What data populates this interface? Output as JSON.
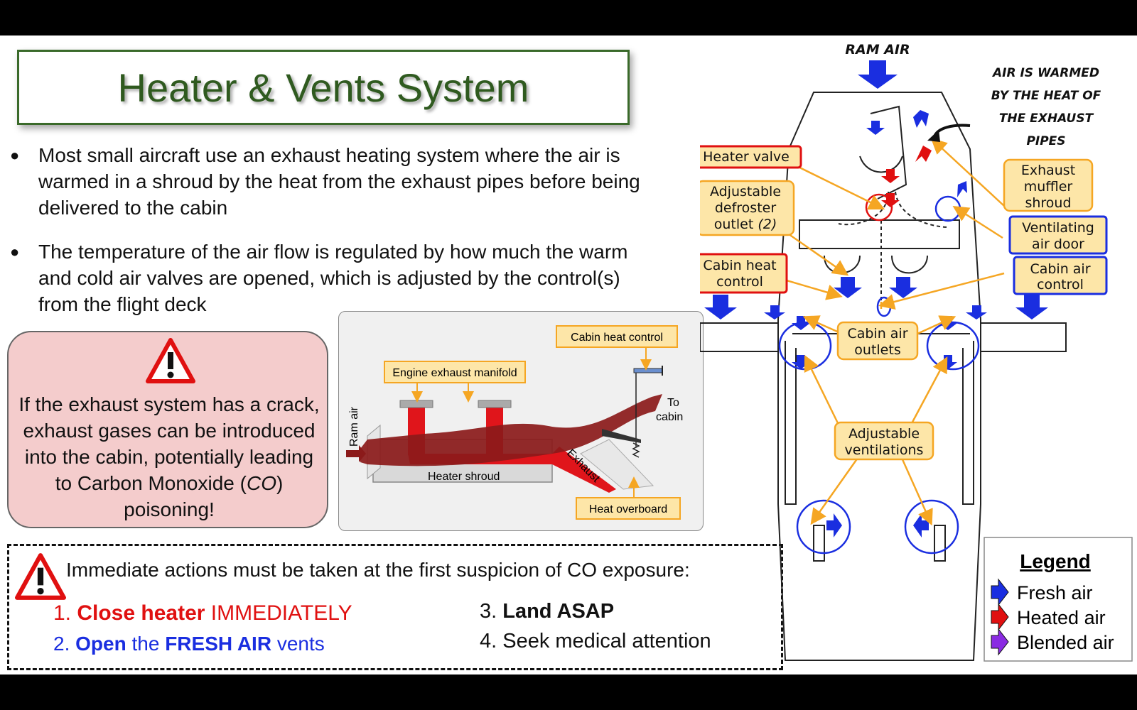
{
  "slide": {
    "title": "Heater & Vents System",
    "bullets": [
      "Most small aircraft use an exhaust heating system where the air is warmed in a shroud by the heat from the exhaust pipes before being delivered to the cabin",
      "The temperature of the air flow is regulated by how much the warm and cold air valves are opened, which is adjusted by the control(s) from the flight deck"
    ]
  },
  "warning": {
    "text_1": "If the exhaust system has a crack, exhaust gases can be introduced into the cabin, potentially leading to Carbon Monoxide (",
    "text_co": "CO",
    "text_2": ") poisoning!"
  },
  "heater_diagram": {
    "cabin_heat_control": "Cabin heat control",
    "engine_exhaust_manifold": "Engine exhaust manifold",
    "ram_air": "Ram air",
    "to": "To",
    "cabin": "cabin",
    "exhaust": "Exhaust",
    "heater_shroud": "Heater shroud",
    "heat_overboard": "Heat overboard"
  },
  "actions": {
    "heading": "Immediate actions must be taken at the first suspicion of CO exposure:",
    "step1": {
      "num": "1. ",
      "bold": "Close heater",
      "rest": " IMMEDIATELY"
    },
    "step2": {
      "num": "2. ",
      "bold1": "Open",
      "mid": " the ",
      "bold2": "FRESH AIR",
      "rest": " vents"
    },
    "step3": {
      "num": "3. ",
      "bold": "Land ASAP"
    },
    "step4": {
      "text": "4. Seek medical attention"
    }
  },
  "cabin_diagram": {
    "ram_air": "RAM AIR",
    "note": [
      "AIR IS WARMED",
      "BY THE HEAT OF",
      "THE EXHAUST",
      "PIPES"
    ],
    "heater_valve": "Heater valve",
    "defroster": [
      "Adjustable",
      "defroster",
      "outlet "
    ],
    "defroster_count": "(2)",
    "cabin_heat_control": [
      "Cabin heat",
      "control"
    ],
    "exhaust_muffler": [
      "Exhaust",
      "muffler",
      "shroud"
    ],
    "ventilating_door": [
      "Ventilating",
      "air door"
    ],
    "cabin_air_control": [
      "Cabin air",
      "control"
    ],
    "cabin_air_outlets": [
      "Cabin air",
      "outlets"
    ],
    "adjustable_ventilations": [
      "Adjustable",
      "ventilations"
    ]
  },
  "legend": {
    "title": "Legend",
    "items": [
      {
        "label": "Fresh air",
        "color": "#1a2ee0"
      },
      {
        "label": "Heated air",
        "color": "#e01010"
      },
      {
        "label": "Blended air",
        "color": "#8a2be2"
      }
    ]
  },
  "colors": {
    "title_green": "#2f5a1f",
    "warning_fill": "#f4cccc",
    "label_orange": "#f5a623",
    "label_fill": "#fde6a8",
    "red_border": "#e01010",
    "blue_border": "#1a2ee0"
  }
}
